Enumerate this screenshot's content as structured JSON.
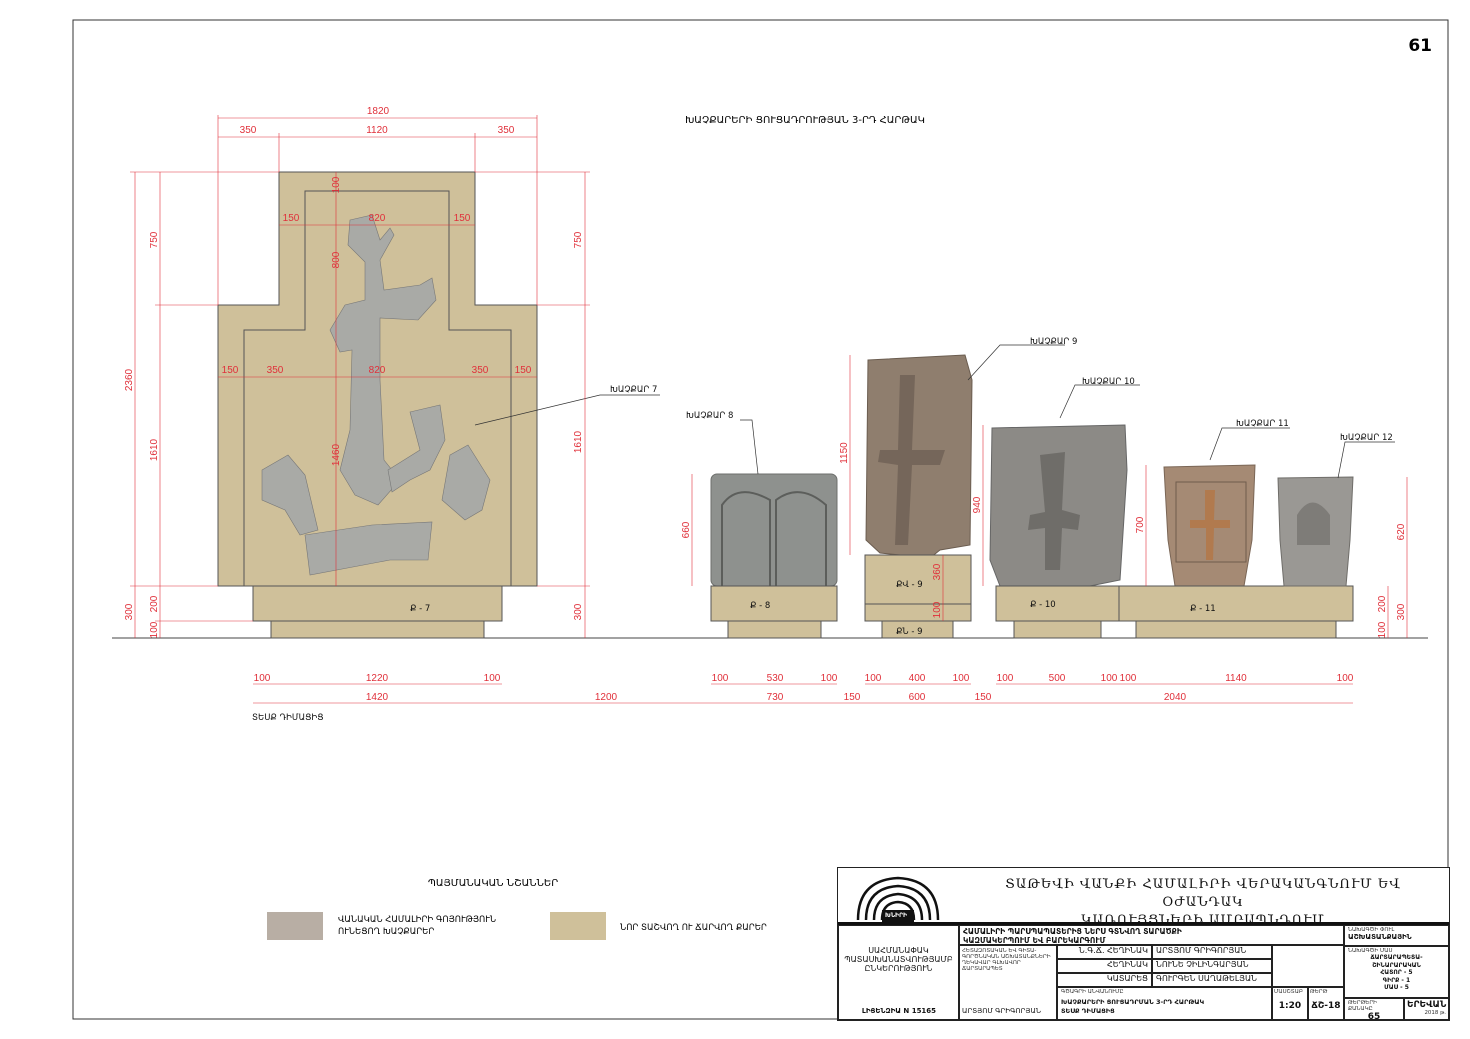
{
  "page_number": "61",
  "drawing_title": "ԽԱՉՔԱՐԵՐԻ ՑՈՒՑԱԴՐՈՒԹՅԱՆ 3-ՐԴ ՀԱՐԹԱԿ",
  "view_label": "ՏԵՍՔ ԴԻՄԱՑԻՑ",
  "khachkar_labels": [
    "ԽԱՉՔԱՐ 7",
    "ԽԱՉՔԱՐ 8",
    "ԽԱՉՔԱՐ 9",
    "ԽԱՉՔԱՐ 10",
    "ԽԱՉՔԱՐ 11",
    "ԽԱՉՔԱՐ 12"
  ],
  "base_labels": [
    "Ք - 7",
    "Ք - 8",
    "ՔՎ - 9",
    "ՔՆ - 9",
    "Ք - 10",
    "Ք - 11"
  ],
  "dimensions": [
    "1820",
    "350",
    "1120",
    "350",
    "100",
    "150",
    "820",
    "150",
    "800",
    "150",
    "350",
    "820",
    "350",
    "150",
    "1460",
    "2360",
    "750",
    "1610",
    "300",
    "200",
    "100",
    "750",
    "1610",
    "300",
    "100",
    "1220",
    "100",
    "1420",
    "1200",
    "100",
    "530",
    "100",
    "730",
    "150",
    "100",
    "400",
    "100",
    "600",
    "150",
    "100",
    "500",
    "100",
    "100",
    "1140",
    "100",
    "2040",
    "660",
    "1150",
    "360",
    "100",
    "940",
    "700",
    "620",
    "200",
    "100",
    "300"
  ],
  "colors": {
    "dimension": "#e0303a",
    "existing_stone": "#b8aea4",
    "new_stone": "#cfc09a"
  },
  "legend": {
    "title": "ՊԱՅՄԱՆԱԿԱՆ ՆՇԱՆՆԵՐ",
    "items": [
      {
        "label_line1": "ՎԱՆԱԿԱՆ ՀԱՄԱԼԻՐԻ ԳՈՅՈՒԹՅՈՒՆ",
        "label_line2": "ՈՒՆԵՑՈՂ ԽԱՉՔԱՐԵՐ",
        "color": "#b8aea4"
      },
      {
        "label_line1": "ՆՈՐ ՏԱՇՎՈՂ ՈՒ ՃԱՐՎՈՂ ՔԱՐԵՐ",
        "label_line2": "",
        "color": "#cfc09a"
      }
    ]
  },
  "title_block": {
    "logo_text": "ԽՆԻՐԻ",
    "project_line1": "ՏԱԹԵՎԻ ՎԱՆՔԻ ՀԱՄԱԼԻՐԻ ՎԵՐԱԿԱՆԳՆՈՒՄ ԵՎ ՕԺԱՆԴԱԿ",
    "project_line2": "ԿԱՌՈՒՅՑՆԵՐԻ ԱՄՐԱՊՆԴՈՒՄ",
    "section_title_line1": "ՀԱՄԱԼԻՐԻ ՊԱՐՍՊԱՊԱՏԵՐԻՑ ՆԵՐՍ ԳՏՆՎՈՂ ՏԱՐԱԾՔԻ",
    "section_title_line2": "ԿԱԶՄԱԿԵՐՊՈՒՄ ԵՎ ԲԱՐԵԿԱՐԳՈՒՄ",
    "company_line1": "ՍԱՀՄԱՆԱՓԱԿ",
    "company_line2": "ՊԱՏԱՍԽԱՆԱՏՎՈՒԹՅԱՄԲ",
    "company_line3": "ԸՆԿԵՐՈՒԹՅՈՒՆ",
    "license": "ԼԻՑԵՆԶԻԱ N 15165",
    "chief_note": "ՀԵՏԱԶՈՏԱԿԱՆ ԵՎ ԳԻՏԱ-ԳՈՐԾՆԱԿԱՆ ԱՇԽԱՏԱՆՔՆԵՐԻ ՂԵԿԱՎԱՐ ԳԼԽԱՎՈՐ ՃԱՐՏԱՐԱՊԵՏ",
    "chief_name": "ԱՐՏՅՈՄ ԳՐԻԳՈՐՅԱՆ",
    "roles": [
      {
        "role": "Ն.Գ.Ճ. ՀԵՂԻՆԱԿ",
        "name": "ԱՐՏՅՈՄ ԳՐԻԳՈՐՅԱՆ"
      },
      {
        "role": "ՀԵՂԻՆԱԿ",
        "name": "ՆՈՒՆԵ ՉԻԼԻՆԳԱՐՅԱՆ"
      },
      {
        "role": "ԿԱՏԱՐԵՑ",
        "name": "ԳՈՒՐԳԵՆ ՍԱՂԱԹԵԼՅԱՆ"
      }
    ],
    "sheet_name_caption": "ԳԾԱԳՐԻ ԱՆՎԱՆՈՒՄԸ",
    "sheet_name_line1": "ԽԱՉՔԱՐԵՐԻ ՑՈՒՑԱԴՐՄԱՆ 3-ՐԴ ՀԱՐԹԱԿ",
    "sheet_name_line2": "ՏԵՍՔ ԴԻՄԱՑԻՑ",
    "scale_caption": "ՄԱՍՇՏԱԲ",
    "scale": "1:20",
    "sheet_caption": "ԹԵՐԹ",
    "sheet": "ՃՇ-18",
    "phase_caption": "ՆԱԽԱԳԾԻ ՓՈՒԼ",
    "phase": "ԱՇԽԱՏԱՆՔԱՅԻՆ",
    "part_caption": "ՆԱԽԱԳԾԻ ՄԱՍ",
    "part_lines": [
      "ՃԱՐՏԱՐԱՊԵՏԱ-",
      "ՇԻՆԱՐԱՐԱԿԱՆ",
      "ՀԱՏՈՐ - 5",
      "ԳԻՐՔ - 1",
      "ՄԱՍ - 5"
    ],
    "sheets_count_caption": "ԹԵՐԹԵՐԻ ՔԱՆԱԿԸ",
    "sheets_count": "65",
    "city": "ԵՐԵՎԱՆ",
    "year": "2018 թ."
  }
}
